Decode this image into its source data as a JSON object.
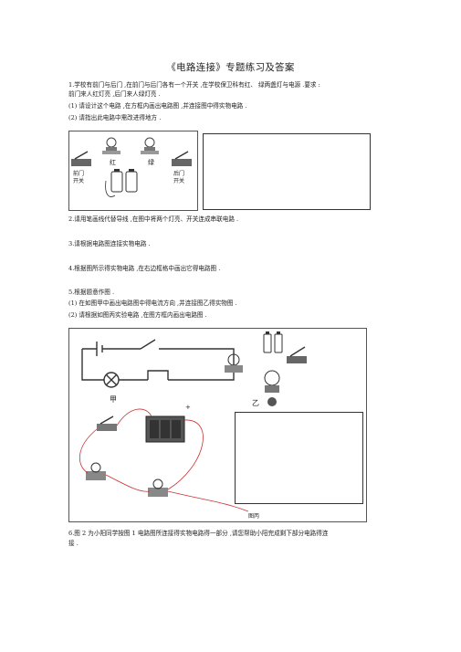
{
  "document": {
    "title": "《电路连接》专题练习及答案",
    "q1": {
      "line1": "1.学校有前门与后门  ,在前门与后门各有一个开关    ,在学校保卫科有红、   绿两盏灯与电源  .要求 :",
      "line2": "前门来人红灯亮  ,后门来人绿灯亮   .",
      "sub1": "(1) 请设计这个电路 ,在方框内画出电路图   ,并连接图中得实物电路   .",
      "sub2": "(2) 请指出此电路中需改进得地方   .",
      "fig_labels": {
        "red": "红",
        "green": "绿",
        "front_switch": "前门\n开关",
        "back_switch": "后门\n开关"
      }
    },
    "q2": "2.请用笔画线代替导线   ,在图中将两个灯亮、开关连成串联电路        .",
    "q3": "3.请根据电路图连接实物电路     .",
    "q4": "4.根据图所示得实物电路    ,在右边框格中画出它得电路图      .",
    "q5": {
      "line1": "5.根据题意作图  .",
      "sub1": "(1) 在如图甲中画出电路图中得电流方向     ,并连接图乙得实物图    .",
      "sub2": "(2) 请根据如图丙实验电路   ,在图方框内画出电路图    .",
      "fig_labels": {
        "jia": "甲",
        "yi": "乙",
        "bing": "图丙",
        "plus": "+"
      }
    },
    "q6": {
      "line1": "6.图 2 为小阳同学按图 1 电路图所连接得实物电路得一部分  ,请您帮助小阳完成剩下部分电路得连",
      "line2": "接 ."
    }
  }
}
